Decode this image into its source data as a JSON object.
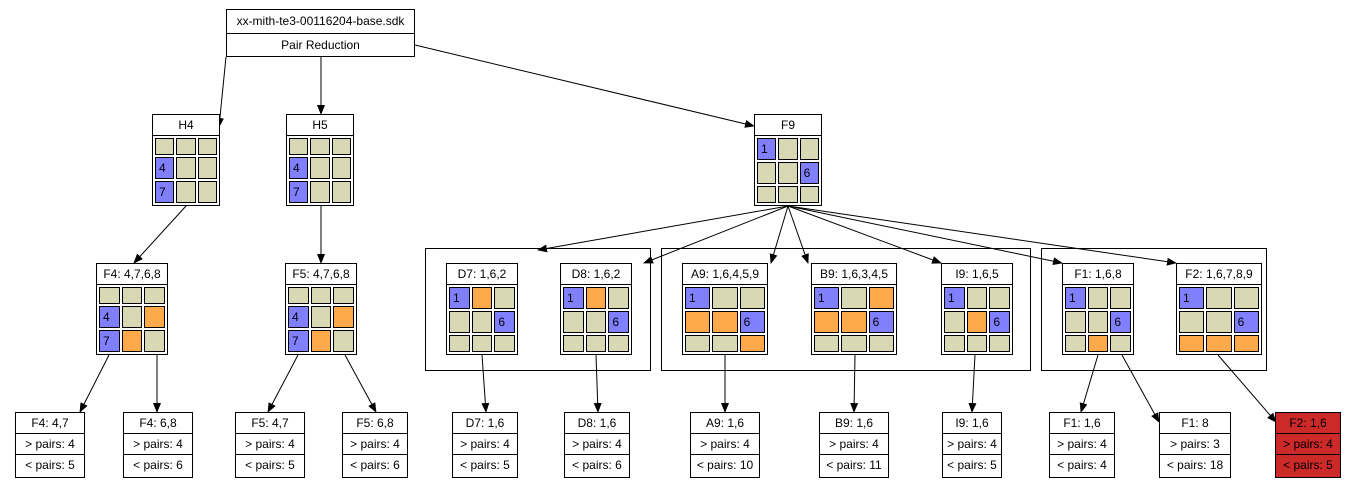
{
  "root": {
    "title": "xx-mith-te3-00116204-base.sdk",
    "subtitle": "Pair Reduction"
  },
  "level1": [
    {
      "label": "H4",
      "grid": [
        "e",
        "e",
        "e",
        "b:4",
        "e",
        "e",
        "b:7",
        "e",
        "e"
      ]
    },
    {
      "label": "H5",
      "grid": [
        "e",
        "e",
        "e",
        "b:4",
        "e",
        "e",
        "b:7",
        "e",
        "e"
      ]
    },
    {
      "label": "F9",
      "grid": [
        "b:1",
        "e",
        "e",
        "e",
        "e",
        "b:6",
        "e",
        "e",
        "e"
      ]
    }
  ],
  "level2": [
    {
      "label": "F4: 4,7,6,8",
      "grid": [
        "e",
        "e",
        "e",
        "b:4",
        "e",
        "o",
        "b:7",
        "o",
        "e"
      ]
    },
    {
      "label": "F5: 4,7,6,8",
      "grid": [
        "e",
        "e",
        "e",
        "b:4",
        "e",
        "o",
        "b:7",
        "o",
        "e"
      ]
    },
    {
      "label": "D7: 1,6,2",
      "grid": [
        "b:1",
        "o",
        "e",
        "e",
        "e",
        "b:6",
        "e",
        "e",
        "e"
      ]
    },
    {
      "label": "D8: 1,6,2",
      "grid": [
        "b:1",
        "o",
        "e",
        "e",
        "e",
        "b:6",
        "e",
        "e",
        "e"
      ]
    },
    {
      "label": "A9: 1,6,4,5,9",
      "grid": [
        "b:1",
        "e",
        "e",
        "o",
        "o",
        "b:6",
        "e",
        "e",
        "o"
      ]
    },
    {
      "label": "B9: 1,6,3,4,5",
      "grid": [
        "b:1",
        "e",
        "o",
        "o",
        "o",
        "b:6",
        "e",
        "e",
        "e"
      ]
    },
    {
      "label": "I9: 1,6,5",
      "grid": [
        "b:1",
        "e",
        "e",
        "e",
        "o",
        "b:6",
        "e",
        "e",
        "e"
      ]
    },
    {
      "label": "F1: 1,6,8",
      "grid": [
        "b:1",
        "e",
        "e",
        "e",
        "e",
        "b:6",
        "e",
        "o",
        "e"
      ]
    },
    {
      "label": "F2: 1,6,7,8,9",
      "grid": [
        "b:1",
        "e",
        "e",
        "e",
        "e",
        "b:6",
        "o",
        "o",
        "o"
      ]
    }
  ],
  "leaves": [
    {
      "title": "F4: 4,7",
      "more": "> pairs: 4",
      "less": "< pairs: 5",
      "highlight": false
    },
    {
      "title": "F4: 6,8",
      "more": "> pairs: 4",
      "less": "< pairs: 6",
      "highlight": false
    },
    {
      "title": "F5: 4,7",
      "more": "> pairs: 4",
      "less": "< pairs: 5",
      "highlight": false
    },
    {
      "title": "F5: 6,8",
      "more": "> pairs: 4",
      "less": "< pairs: 6",
      "highlight": false
    },
    {
      "title": "D7: 1,6",
      "more": "> pairs: 4",
      "less": "< pairs: 5",
      "highlight": false
    },
    {
      "title": "D8: 1,6",
      "more": "> pairs: 4",
      "less": "< pairs: 6",
      "highlight": false
    },
    {
      "title": "A9: 1,6",
      "more": "> pairs: 4",
      "less": "< pairs: 10",
      "highlight": false
    },
    {
      "title": "B9: 1,6",
      "more": "> pairs: 4",
      "less": "< pairs: 11",
      "highlight": false
    },
    {
      "title": "I9: 1,6",
      "more": "> pairs: 4",
      "less": "< pairs: 5",
      "highlight": false
    },
    {
      "title": "F1: 1,6",
      "more": "> pairs: 4",
      "less": "< pairs: 4",
      "highlight": false
    },
    {
      "title": "F1: 8",
      "more": "> pairs: 3",
      "less": "< pairs: 18",
      "highlight": false
    },
    {
      "title": "F2: 1,6",
      "more": "> pairs: 4",
      "less": "< pairs: 5",
      "highlight": true
    }
  ],
  "colors": {
    "empty": "#d8d8b4",
    "blue": "#8080ff",
    "orange": "#ffa94a",
    "highlight": "#cc2929"
  }
}
